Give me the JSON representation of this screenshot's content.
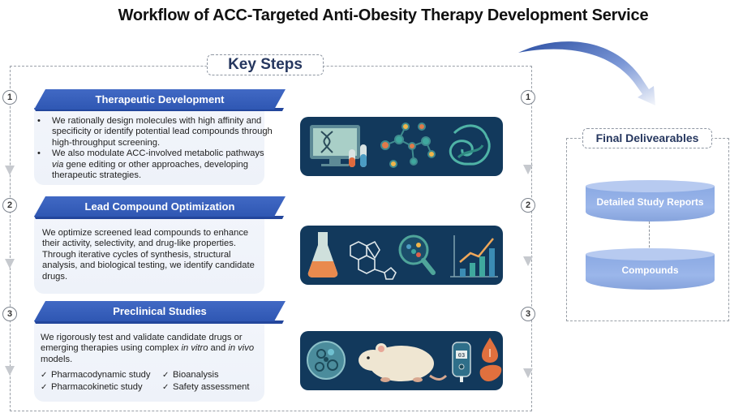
{
  "title": "Workflow of ACC-Targeted Anti-Obesity Therapy Development Service",
  "key_steps": {
    "label": "Key Steps",
    "steps": [
      {
        "number": "1",
        "title": "Therapeutic Development",
        "bullets": [
          {
            "text_before": "We rationally design molecules with high affinity and specificity or identify potential lead compounds through high-throughput screening.",
            "italic": "",
            "text_after": ""
          },
          {
            "text_before": "We also modulate ACC-involved metabolic pathways ",
            "italic": "via",
            "text_after": " gene editing or other approaches, developing therapeutic strategies."
          }
        ],
        "bullet_symbol": "•",
        "illustration": [
          "computer-dna-icon",
          "test-tubes-icon",
          "molecule-network-icon",
          "protein-structure-icon"
        ]
      },
      {
        "number": "2",
        "title": "Lead Compound Optimization",
        "text": "We optimize screened lead compounds to enhance their activity, selectivity, and drug-like properties. Through iterative cycles of synthesis, structural analysis, and biological testing, we identify candidate drugs.",
        "illustration": [
          "flask-icon",
          "chemical-structure-icon",
          "magnifier-icon",
          "growth-chart-icon"
        ]
      },
      {
        "number": "3",
        "title": "Preclinical Studies",
        "text_parts": [
          "We rigorously test and validate candidate drugs or emerging therapies using complex ",
          "in vitro",
          " and ",
          "in vivo",
          " models."
        ],
        "check_symbol": "✓",
        "checklist": [
          "Pharmacodynamic study",
          "Bioanalysis",
          "Pharmacokinetic study",
          "Safety assessment"
        ],
        "illustration": [
          "petri-dish-icon",
          "mouse-icon",
          "glucose-meter-icon",
          "blood-drop-icon",
          "liver-icon"
        ],
        "meter_reading": "03"
      }
    ]
  },
  "final_deliverables": {
    "label": "Final Delivearables",
    "items": [
      "Detailed Study Reports",
      "Compounds"
    ]
  },
  "colors": {
    "header_blue": "#2f57b3",
    "card_bg": "#eef2f9",
    "illustration_bg": "#12395c",
    "cylinder": "#8aa9e3",
    "label_text": "#26375f"
  }
}
